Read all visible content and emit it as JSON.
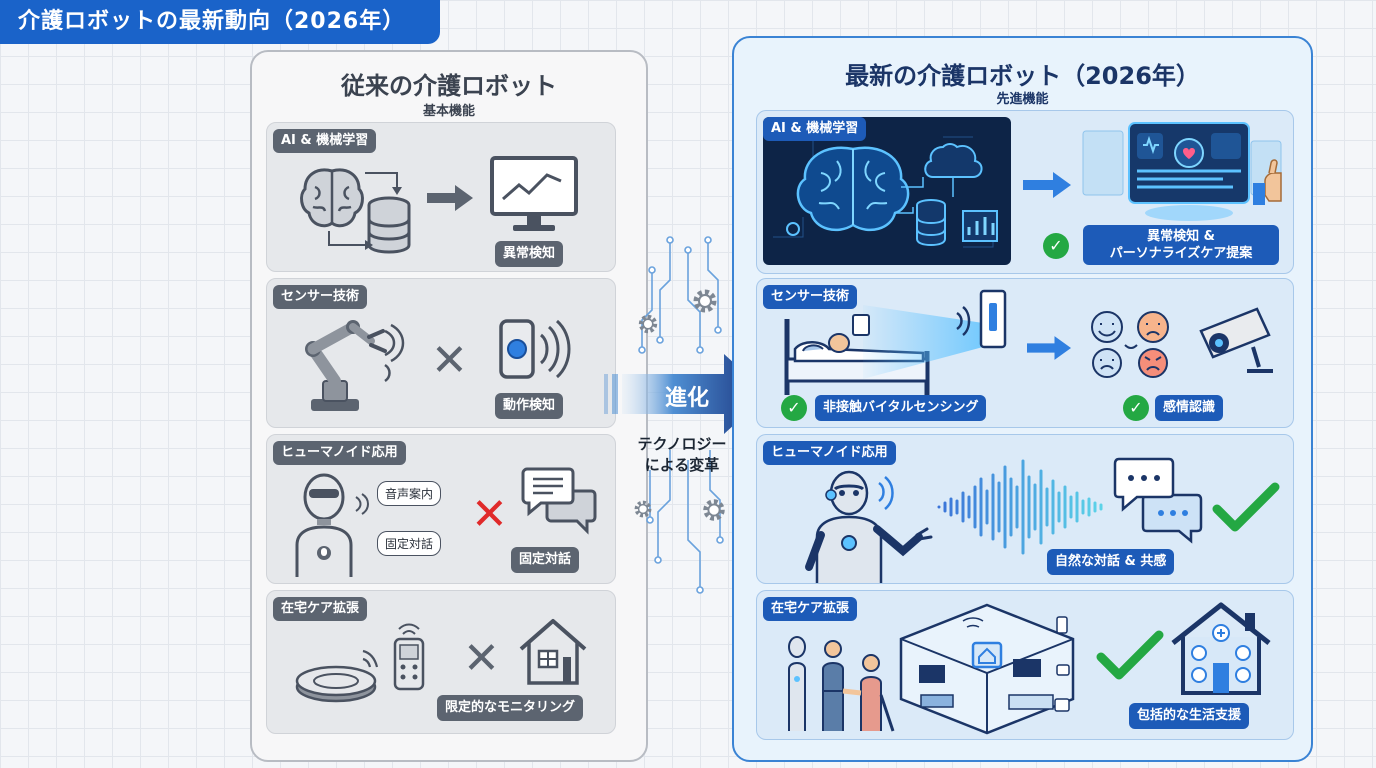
{
  "header": {
    "title": "介護ロボットの最新動向（2026年）"
  },
  "old_panel": {
    "title": "従来の介護ロボット",
    "subtitle": "基本機能",
    "sections": [
      {
        "chip": "AI & 機械学習",
        "result": "異常検知"
      },
      {
        "chip": "センサー技術",
        "result": "動作検知"
      },
      {
        "chip": "ヒューマノイド応用",
        "result": "固定対話",
        "bubble_1": "音声案内",
        "bubble_2": "固定対話"
      },
      {
        "chip": "在宅ケア拡張",
        "result": "限定的なモニタリング"
      }
    ]
  },
  "middle": {
    "arrow_label": "進化",
    "caption_line1": "テクノロジー",
    "caption_line2": "による変革"
  },
  "new_panel": {
    "title": "最新の介護ロボット（2026年）",
    "subtitle": "先進機能",
    "sections": [
      {
        "chip": "AI & 機械学習",
        "result_line1": "異常検知 &",
        "result_line2": "パーソナライズケア提案"
      },
      {
        "chip": "センサー技術",
        "result_a": "非接触バイタルセンシング",
        "result_b": "感情認識"
      },
      {
        "chip": "ヒューマノイド応用",
        "result": "自然な対話 & 共感"
      },
      {
        "chip": "在宅ケア拡張",
        "result": "包括的な生活支援"
      }
    ]
  },
  "colors": {
    "brand": "#1a63c9",
    "check": "#24a843",
    "cross": "#e02a2a",
    "old_accent": "#5c6470",
    "new_accent": "#1d5bb8"
  }
}
